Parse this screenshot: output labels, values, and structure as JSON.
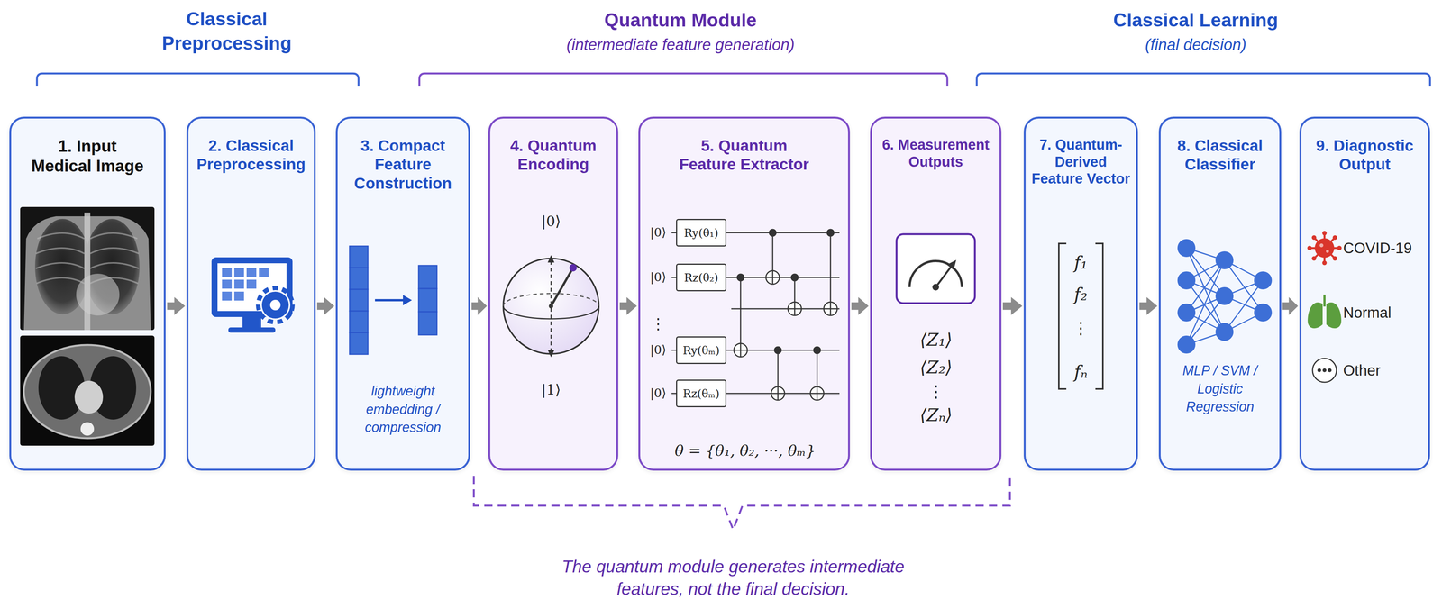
{
  "diagram": {
    "nodes": [
      {
        "text": [
          "1. Input Medical Image"
        ]
      },
      {
        "text": [
          "2. Classical Preprocessing"
        ]
      },
      {
        "text": [
          "3. Compact Feature Construction",
          "lightweight embedding / compression"
        ]
      },
      {
        "text": [
          "4. Quantum Encoding"
        ]
      },
      {
        "text": [
          "5. Quantum Feature Extractor"
        ]
      },
      {
        "text": [
          "Ry(θ₁)"
        ],
        "in": 4
      },
      {
        "text": [
          "Rz(θ₂)"
        ],
        "in": 4
      },
      {
        "text": [
          "Ry(θₘ)"
        ],
        "in": 4
      },
      {
        "text": [
          "Rz(θₘ)"
        ],
        "in": 4
      },
      {
        "text": [
          "6. Measurement Outputs"
        ]
      },
      {
        "text": [
          "7. Quantum-Derived Feature Vector"
        ]
      },
      {
        "text": [
          "8. Classical Classifier",
          "MLP / SVM / Logistic Regression"
        ]
      },
      {
        "text": [
          "9. Diagnostic Output"
        ]
      }
    ],
    "edges": [
      {
        "from": 0,
        "to": 1,
        "arrow": "to"
      },
      {
        "from": 1,
        "to": 2,
        "arrow": "to"
      },
      {
        "from": 2,
        "to": 3,
        "arrow": "to"
      },
      {
        "from": 3,
        "to": 4,
        "arrow": "to"
      },
      {
        "from": 4,
        "to": 9,
        "arrow": "to"
      },
      {
        "from": 9,
        "to": 10,
        "arrow": "to"
      },
      {
        "from": 10,
        "to": 11,
        "arrow": "to"
      },
      {
        "from": 11,
        "to": 12,
        "arrow": "to"
      }
    ],
    "labels": [
      "Classical Preprocessing",
      "Quantum Module",
      "(intermediate feature generation)",
      "Classical Learning",
      "(final decision)",
      "|0⟩",
      "|1⟩",
      "|0⟩",
      "|0⟩",
      "|0⟩",
      "|0⟩",
      "⋮",
      "θ = {θ₁, θ₂, ···, θₘ}",
      "⟨Z₁⟩",
      "⟨Z₂⟩",
      "⋮",
      "⟨Zₙ⟩",
      "f₁",
      "f₂",
      "⋮",
      "fₙ",
      "COVID-19",
      "Normal",
      "Other",
      "The quantum module generates intermediate features, not the final decision."
    ]
  }
}
